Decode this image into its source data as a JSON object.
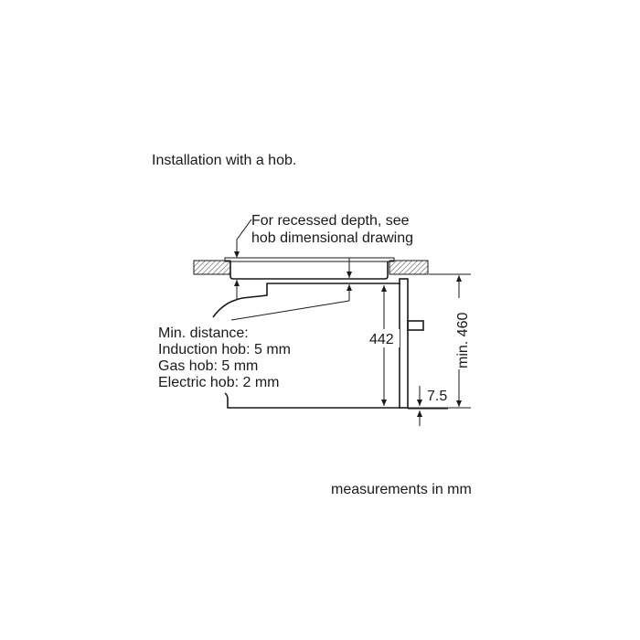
{
  "title": "Installation with a hob.",
  "recess_note": [
    "For recessed depth, see",
    "hob dimensional drawing"
  ],
  "min_distance": [
    "Min. distance:",
    "Induction hob: 5 mm",
    "Gas hob: 5 mm",
    "Electric hob: 2 mm"
  ],
  "dimensions": {
    "height": "442",
    "min_height": "min. 460",
    "offset": "7.5"
  },
  "footer": "measurements in mm"
}
